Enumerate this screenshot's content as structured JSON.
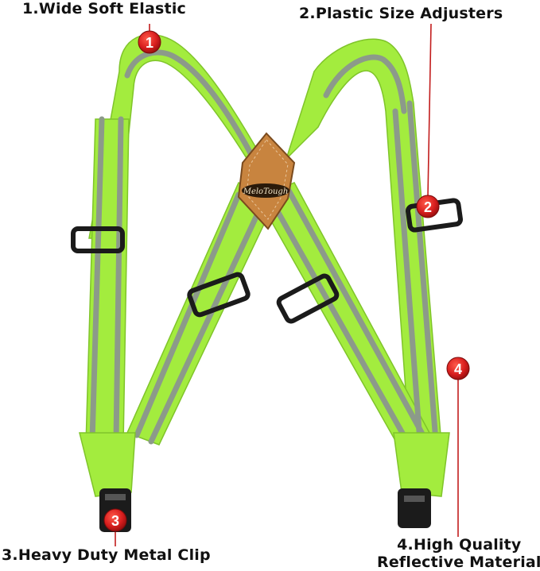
{
  "callouts": [
    {
      "number": "1",
      "text": "1.Wide Soft Elastic"
    },
    {
      "number": "2",
      "text": "2.Plastic Size Adjusters"
    },
    {
      "number": "3",
      "text": "3.Heavy Duty Metal Clip"
    },
    {
      "number": "4",
      "line1": "4.High Quality",
      "line2": "Reflective Material"
    }
  ],
  "logo": {
    "text": "MeloTough"
  },
  "colors": {
    "strap": "#a3ec3e",
    "strap_edge": "#7fc42a",
    "reflective_stripe": "#8c9a8a",
    "buckle": "#1b1b1b",
    "leather_patch": "#c8843f",
    "badge": "#d81e1e",
    "leader_line": "#c21d1d"
  }
}
